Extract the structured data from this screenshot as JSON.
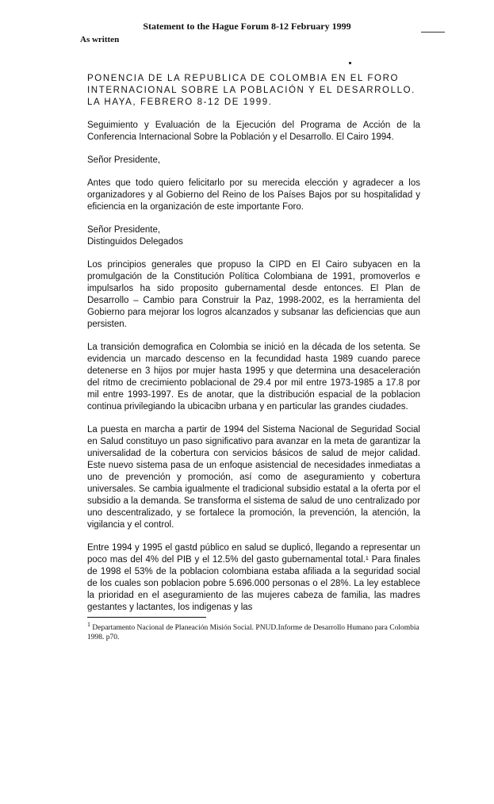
{
  "header": {
    "title": "Statement to the Hague Forum 8-12 February 1999",
    "note": "As written"
  },
  "body": {
    "heading": "PONENCIA DE LA REPUBLICA DE COLOMBIA EN EL FORO INTERNACIONAL SOBRE LA POBLACIÓN Y EL DESARROLLO. LA HAYA, FEBRERO 8-12 DE 1999.",
    "subheading": "Seguimiento y Evaluación de la Ejecución del Programa de Acción de la Conferencia Internacional Sobre la Población y el Desarrollo. El Cairo 1994.",
    "salutation1": "Señor Presidente,",
    "para1": "Antes que todo quiero felicitarlo por su merecida elección y agradecer a los organizadores y al Gobierno del Reino de los Países Bajos por su hospitalidad y eficiencia en la organización de este importante Foro.",
    "salutation2_line1": "Señor Presidente,",
    "salutation2_line2": "Distinguidos Delegados",
    "para2": "Los principios generales que propuso la CIPD en El Cairo subyacen en la promulgación de la Constitución Política Colombiana de 1991, promoverlos e impulsarlos ha sido proposito gubernamental desde entonces. El Plan de Desarrollo – Cambio para Construir la Paz, 1998-2002, es la herramienta del Gobierno para mejorar los logros alcanzados y subsanar las deficiencias que aun persisten.",
    "para3": "La transición demografica en Colombia se inició en la década de los setenta. Se evidencia un marcado descenso en la fecundidad hasta 1989 cuando parece detenerse en 3 hijos por mujer hasta 1995 y que determina una desaceleración del ritmo de crecimiento poblacional de 29.4 por mil entre 1973-1985 a 17.8 por mil entre 1993-1997. Es de anotar, que la distribución espacial de la poblacion continua privilegiando la ubicacibn urbana y en particular las grandes ciudades.",
    "para4": "La puesta en marcha a partir de 1994 del Sistema Nacional de Seguridad Social en Salud constituyo un paso significativo para avanzar en la meta de garantizar la universalidad de la cobertura con servicios básicos de salud de mejor calidad. Este nuevo sistema pasa de un enfoque asistencial de necesidades inmediatas a uno de prevención y promoción, así como de aseguramiento y cobertura universales. Se cambia igualmente el tradicional subsidio estatal a la oferta por el subsidio a la demanda. Se transforma el sistema de salud de uno centralizado por uno descentralizado, y se fortalece la promoción, la prevención, la atención, la vigilancia y el control.",
    "para5": "Entre 1994 y 1995 el gastd público en salud se duplicó, llegando a representar un poco mas del 4% del PIB y el 12.5% del gasto gubernamental total.¹ Para finales de 1998 el 53% de la poblacion colombiana estaba afiliada a la seguridad social de los cuales son poblacion pobre 5.696.000 personas o el 28%. La ley establece la prioridad en el aseguramiento de las mujeres cabeza de familia, las madres gestantes y lactantes, los indigenas y las"
  },
  "footnote": {
    "number": "1",
    "text": "Departamento Nacional de Planeación Misión Social. PNUD.Informe de Desarrollo Humano para Colombia 1998. p70."
  }
}
